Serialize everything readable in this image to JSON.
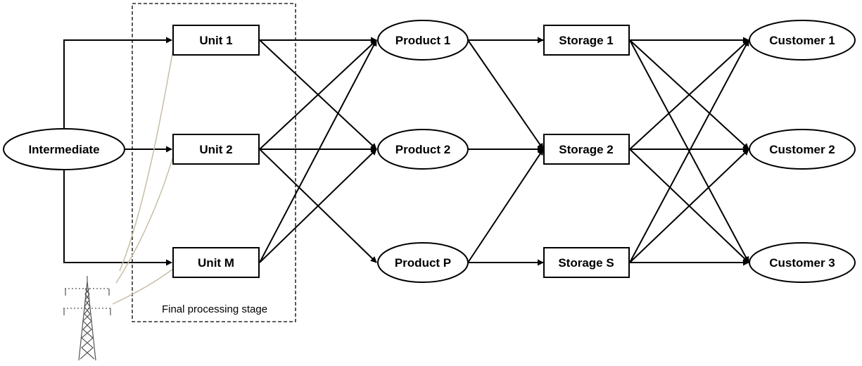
{
  "diagram": {
    "intermediate": "Intermediate",
    "units": [
      "Unit 1",
      "Unit 2",
      "Unit M"
    ],
    "products": [
      "Product 1",
      "Product 2",
      "Product P"
    ],
    "storages": [
      "Storage 1",
      "Storage 2",
      "Storage S"
    ],
    "customers": [
      "Customer 1",
      "Customer 2",
      "Customer 3"
    ],
    "stage_label": "Final processing stage",
    "icons": {
      "power_source": "power-tower-icon"
    },
    "colors": {
      "lines": "#000000",
      "power_lines": "#c8bea6",
      "background": "#ffffff"
    }
  }
}
